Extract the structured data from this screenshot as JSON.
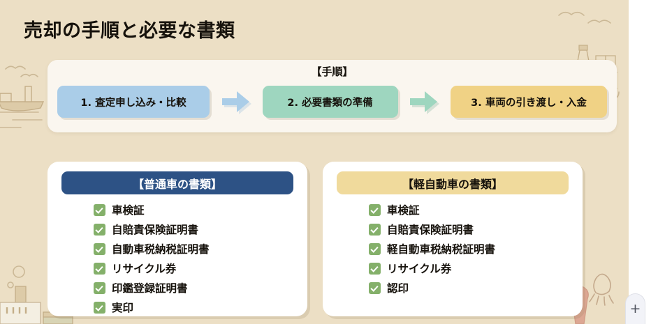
{
  "page": {
    "title": "売却の手順と必要な書類",
    "background_color": "#ecdfc5"
  },
  "flow": {
    "caption": "【手順】",
    "panel_color": "#faf6ef",
    "steps": [
      {
        "label": "1. 査定申し込み・比較",
        "color": "#aacde8"
      },
      {
        "label": "2. 必要書類の準備",
        "color": "#9ed6bf"
      },
      {
        "label": "3. 車両の引き渡し・入金",
        "color": "#f0d285"
      }
    ],
    "arrows": [
      {
        "name": "arrow-step1-to-step2",
        "color": "#aacde8"
      },
      {
        "name": "arrow-step2-to-step3",
        "color": "#9ed6bf"
      }
    ]
  },
  "cards": [
    {
      "header": "【普通車の書類】",
      "header_bg": "#2d5285",
      "header_text_color": "#ffffff",
      "items": [
        "車検証",
        "自賠責保険証明書",
        "自動車税納税証明書",
        "リサイクル券",
        "印鑑登録証明書",
        "実印"
      ]
    },
    {
      "header": "【軽自動車の書類】",
      "header_bg": "#f0da9c",
      "header_text_color": "#16120c",
      "items": [
        "車検証",
        "自賠責保険証明書",
        "軽自動車税納税証明書",
        "リサイクル券",
        "認印"
      ]
    }
  ],
  "decorations": {
    "names": [
      "seagull-icon",
      "ship-icon",
      "water-line",
      "bubble-icon",
      "lighthouse-icon",
      "anchor-icon",
      "squid-icon"
    ],
    "line_color": "#c8b495"
  },
  "floating_button": {
    "label": "+"
  }
}
